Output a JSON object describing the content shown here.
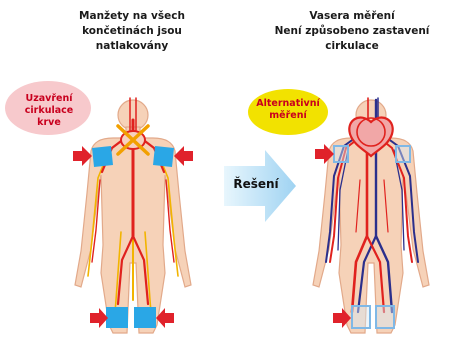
{
  "left_panel": {
    "caption_lines": [
      "Manžety na všech",
      "končetinách jsou",
      "natlakovány"
    ],
    "bubble_lines": [
      "Uzavření",
      "cirkulace",
      "krve"
    ]
  },
  "right_panel": {
    "caption_lines": [
      "Vasera měření",
      "Není způsobeno zastavení",
      "cirkulace"
    ],
    "bubble_lines": [
      "Alternativní",
      "měření"
    ]
  },
  "arrow_label": "Řešení",
  "colors": {
    "body_fill": "#f6d2b8",
    "body_outline": "#e2a98a",
    "artery": "#e0221e",
    "vein": "#2b2f8c",
    "blocked_flow": "#f2b400",
    "cuff_left": "#2aa7e6",
    "cuff_right": "#7fb8e6",
    "pressure_arrow": "#e0222b",
    "red_bubble": "#f7c9cc",
    "yellow_bubble": "#f2e200",
    "solution_arrow": "#bfe3f7"
  }
}
